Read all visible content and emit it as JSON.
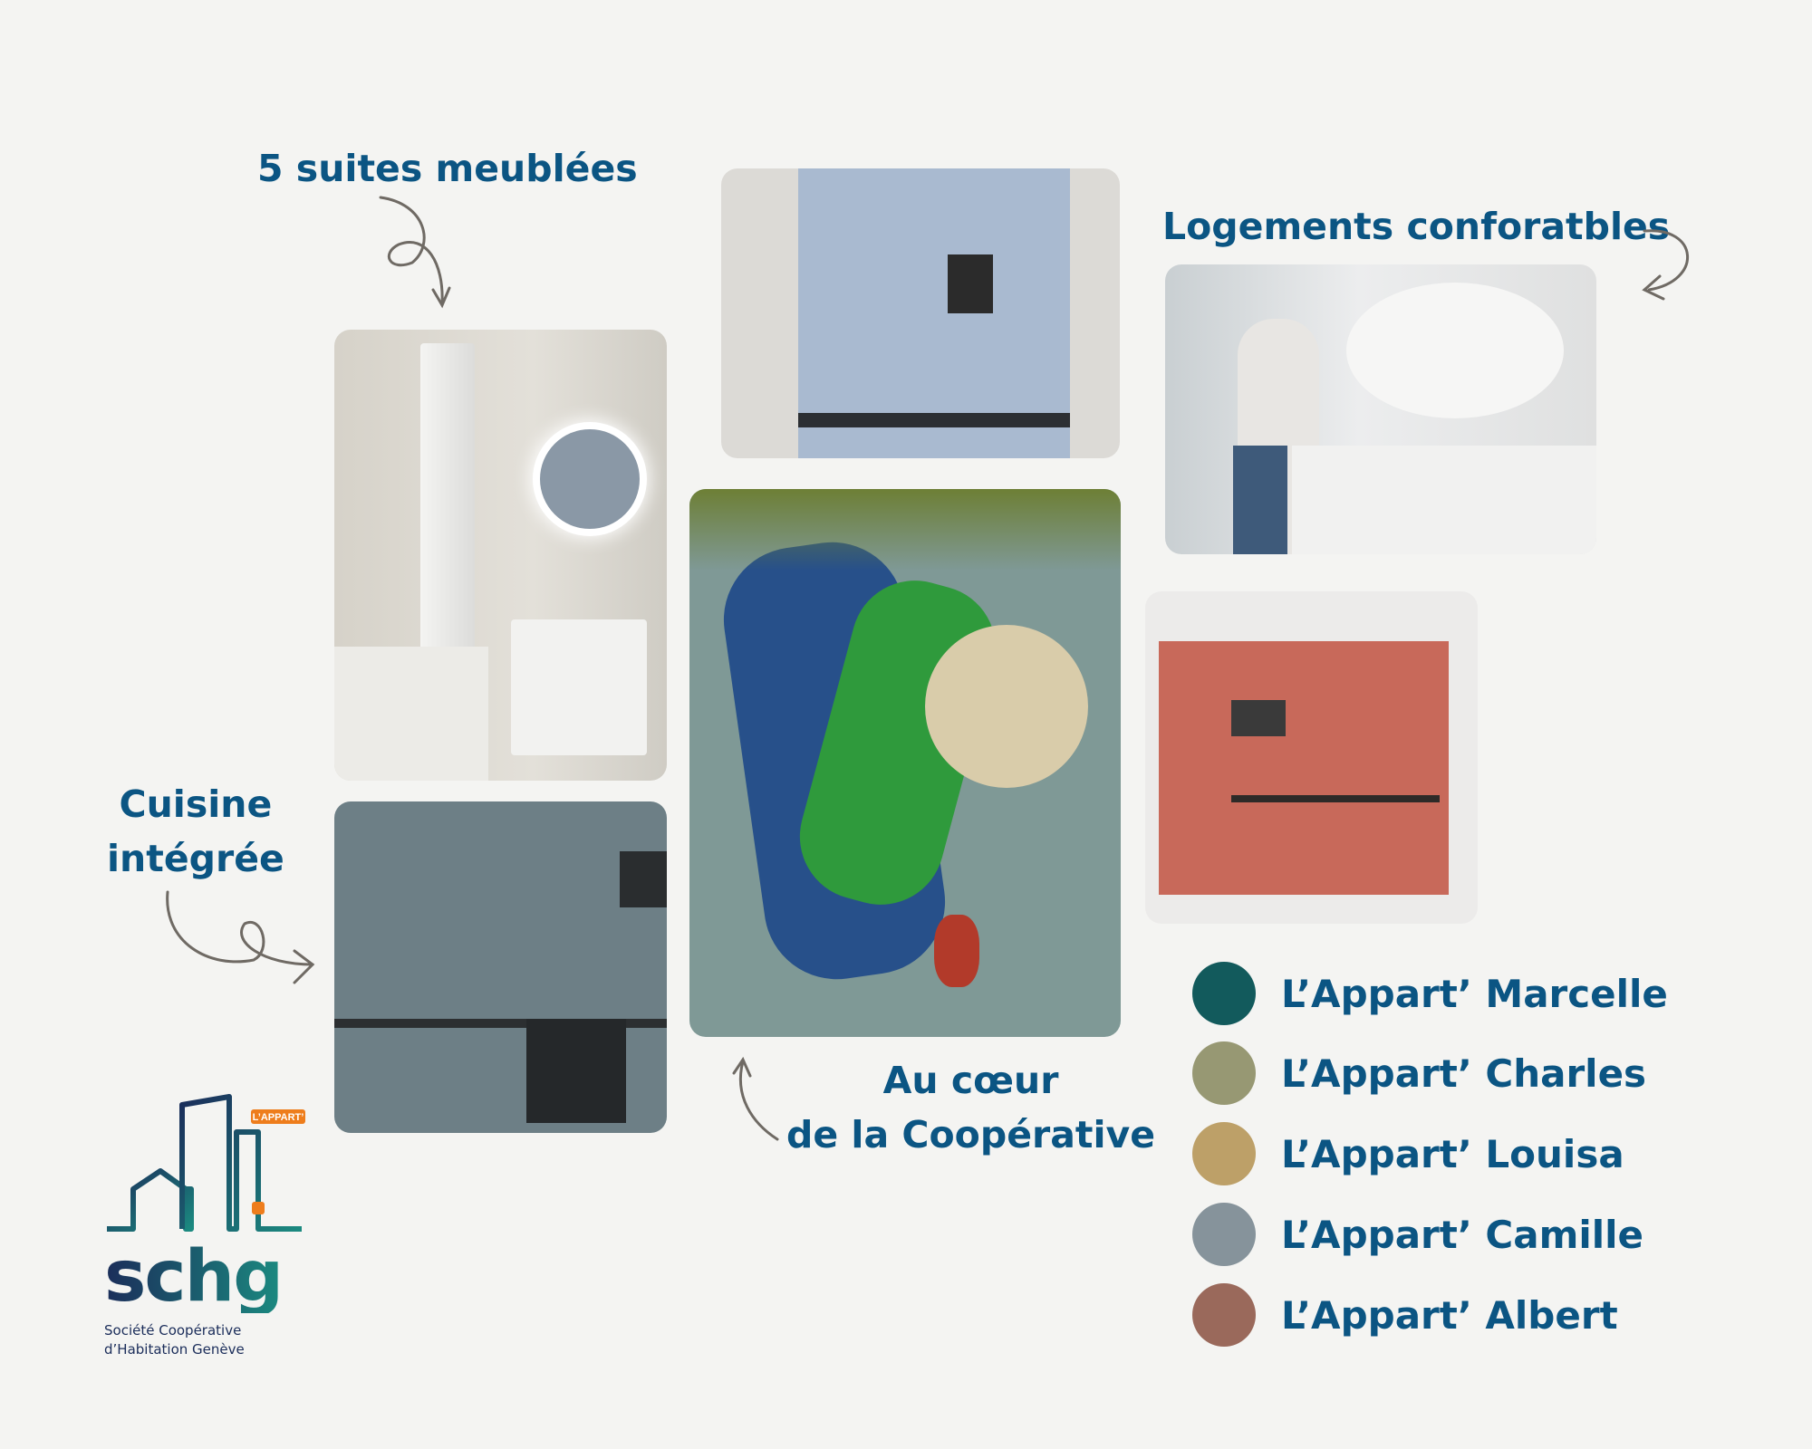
{
  "captions": {
    "suites": "5 suites meublées",
    "logements": "Logements conforatbles",
    "cuisine_line1": "Cuisine",
    "cuisine_line2": "intégrée",
    "coeur_line1": "Au cœur",
    "coeur_line2": "de la Coopérative"
  },
  "legend": [
    {
      "label": "L’Appart’ Marcelle",
      "color": "#125a5c"
    },
    {
      "label": "L’Appart’ Charles",
      "color": "#979873"
    },
    {
      "label": "L’Appart’ Louisa",
      "color": "#bda068"
    },
    {
      "label": "L’Appart’ Camille",
      "color": "#86939b"
    },
    {
      "label": "L’Appart’ Albert",
      "color": "#9a695b"
    }
  ],
  "logo": {
    "badge": "L’APPART’",
    "wordmark": "schg",
    "line1": "Société Coopérative",
    "line2": "d’Habitation Genève"
  },
  "colors": {
    "text": "#0b5583",
    "arrow": "#6f6a64",
    "accent": "#ee7d1c"
  }
}
